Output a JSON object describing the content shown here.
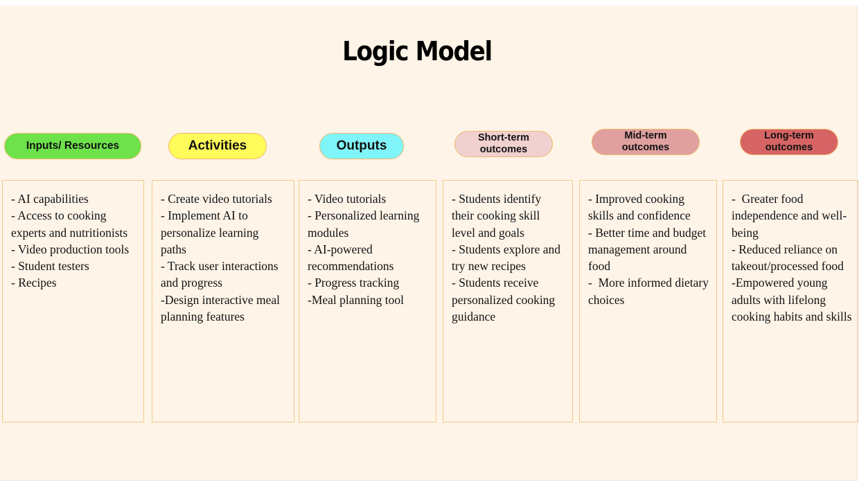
{
  "title": "Logic Model",
  "columns": [
    {
      "header": "Inputs/ Resources",
      "color": "#6de24a",
      "items": [
        "- AI capabilities",
        "- Access to cooking experts and nutritionists",
        "- Video production tools",
        "- Student testers",
        "- Recipes"
      ]
    },
    {
      "header": "Activities",
      "color": "#fffb5a",
      "items": [
        "- Create video tutorials",
        "- Implement AI to personalize learning paths",
        "- Track user interactions and progress",
        "-Design interactive meal planning features"
      ]
    },
    {
      "header": "Outputs",
      "color": "#7ff5f9",
      "items": [
        "- Video tutorials",
        "- Personalized learning modules",
        "- AI-powered recommendations",
        "- Progress tracking",
        "-Meal planning tool"
      ]
    },
    {
      "header": "Short-term\noutcomes",
      "color": "#f1d0d0",
      "items": [
        "- Students identify their cooking skill level and goals",
        "- Students explore and try new recipes",
        "- Students receive personalized cooking guidance"
      ]
    },
    {
      "header": "Mid-term\noutcomes",
      "color": "#e0a0a0",
      "items": [
        "- Improved cooking skills and confidence",
        "- Better time and budget management around food",
        "-  More informed dietary choices"
      ]
    },
    {
      "header": "Long-term\noutcomes",
      "color": "#d76464",
      "items": [
        "-  Greater food independence and well-being",
        "- Reduced reliance on takeout/processed food",
        "-Empowered young adults with lifelong cooking habits and skills"
      ]
    }
  ]
}
